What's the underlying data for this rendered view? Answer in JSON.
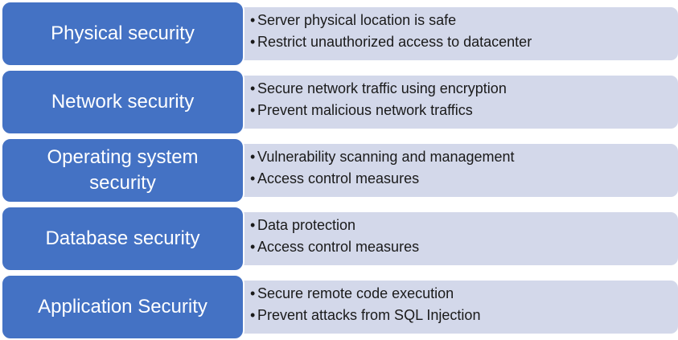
{
  "colors": {
    "category_fill": "#4472c4",
    "detail_fill": "#d3d8ea",
    "category_text": "#ffffff",
    "detail_text": "#1a1a1a"
  },
  "bullet_symbol": "•",
  "rows": [
    {
      "category": "Physical security",
      "items": [
        "Server physical location is safe",
        "Restrict unauthorized access to datacenter"
      ]
    },
    {
      "category": "Network security",
      "items": [
        "Secure network traffic using encryption",
        "Prevent malicious network traffics"
      ]
    },
    {
      "category": "Operating system security",
      "items": [
        "Vulnerability scanning and management",
        "Access control measures"
      ]
    },
    {
      "category": "Database security",
      "items": [
        "Data protection",
        "Access control measures"
      ]
    },
    {
      "category": "Application Security",
      "items": [
        "Secure remote code execution",
        "Prevent attacks from SQL Injection"
      ]
    }
  ]
}
